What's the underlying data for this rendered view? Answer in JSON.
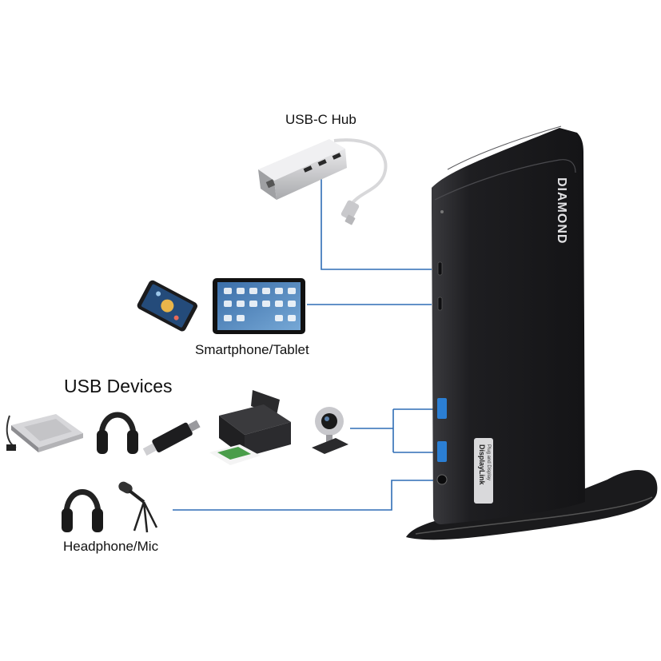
{
  "labels": {
    "usb_c_hub": "USB-C Hub",
    "smartphone_tablet": "Smartphone/Tablet",
    "usb_devices": "USB Devices",
    "headphone_mic": "Headphone/Mic"
  },
  "dock": {
    "brand": "DIAMOND",
    "badge_line1": "DisplayLink",
    "badge_line2": "Plug and Display"
  },
  "colors": {
    "connector_line": "#2f6db5",
    "dock_body": "#1d1d1f",
    "usb3_port": "#2b7fd4"
  },
  "icons": [
    "usb-c-hub-icon",
    "smartphone-icon",
    "tablet-icon",
    "external-drive-icon",
    "headphones-icon",
    "usb-flash-drive-icon",
    "printer-icon",
    "webcam-icon",
    "microphone-icon",
    "docking-station-icon"
  ]
}
